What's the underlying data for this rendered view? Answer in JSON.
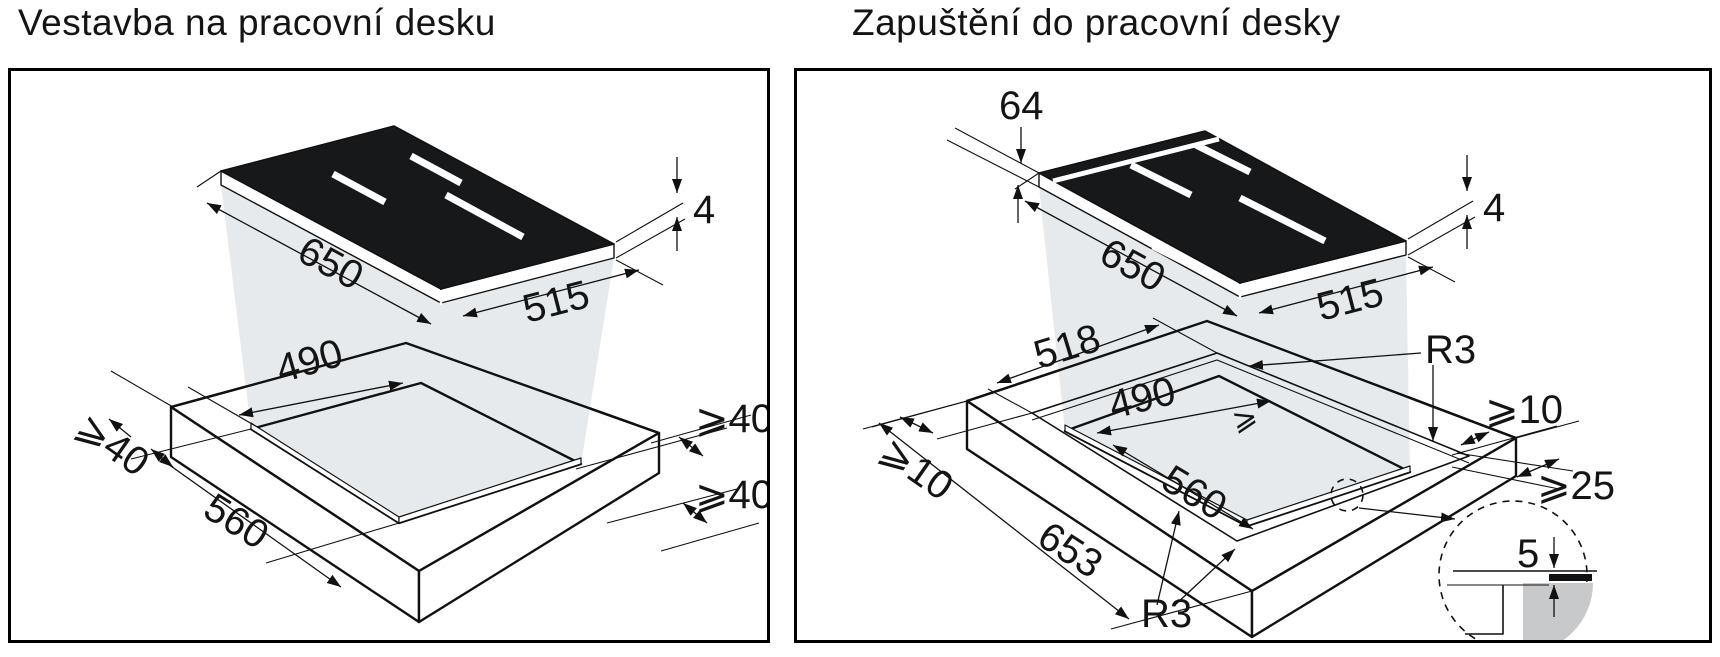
{
  "titles": {
    "left": "Vestavba na pracovní desku",
    "right": "Zapuštění do pracovní desky"
  },
  "left": {
    "dims": {
      "top_width": "650",
      "top_depth": "515",
      "thickness": "4",
      "cutout_width": "490",
      "cutout_depth": "560",
      "min_left": "⩾40",
      "min_right_back": "⩾40",
      "min_right_front": "⩾40"
    }
  },
  "right": {
    "dims": {
      "edge_strip": "64",
      "top_width": "650",
      "top_depth": "515",
      "thickness": "4",
      "recess_width": "518",
      "min_left": "⩾10",
      "cutout_width": "490",
      "cutout_min": "⩾",
      "cutout_depth": "560",
      "recess_depth": "653",
      "radius_back": "R3",
      "radius_front": "R3",
      "min_right_back": "⩾10",
      "min_right_front": "⩾25",
      "recess_height": "5"
    }
  }
}
